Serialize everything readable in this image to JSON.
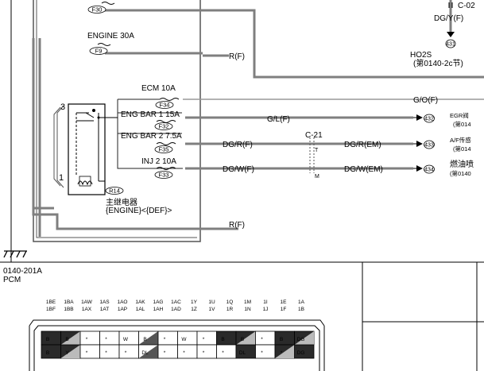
{
  "fuses": [
    {
      "name": "",
      "code": "F30"
    },
    {
      "name": "ENGINE 30A",
      "code": "F9"
    },
    {
      "name": "ECM 10A",
      "code": "F34"
    },
    {
      "name": "ENG BAR 1 15A",
      "code": "F32"
    },
    {
      "name": "ENG BAR 2 7.5A",
      "code": "F35"
    },
    {
      "name": "INJ 2 10A",
      "code": "F33"
    }
  ],
  "wires": {
    "r1": "R(F)",
    "r2": "R(F)",
    "go": "G/O(F)",
    "gl": "G/L(F)",
    "dgr": "DG/R(F)",
    "dgr_em": "DG/R(EM)",
    "dgw": "DG/W(F)",
    "dgw_em": "DG/W(EM)",
    "dgyf": "DG/Y(F)"
  },
  "connectors": {
    "c02": "C-02",
    "c21": "C-21",
    "c21_t": "T",
    "c21_m": "M"
  },
  "relay": {
    "code": "R14",
    "name": "主继电器",
    "sub": "{ENGINE}<{DEF}>",
    "pin3": "3",
    "pin1": "1"
  },
  "components": {
    "ho2s_name": "HO2S",
    "ho2s_ref": "(第0140-2c节)",
    "ho2s_num": "431",
    "egr_num": "432",
    "egr_name": "EGR阀",
    "egr_ref": "(第014",
    "af_num": "433",
    "af_name": "A/F传感",
    "af_ref": "(第014",
    "inj_num": "434",
    "inj_name": "燃油喷",
    "inj_ref": "(第0140"
  },
  "pcm": {
    "section": "0140-201A",
    "name": "PCM",
    "pins_top": [
      "1BE",
      "1BA",
      "1AW",
      "1AS",
      "1AO",
      "1AK",
      "1AG",
      "1AC",
      "1Y",
      "1U",
      "1Q",
      "1M",
      "1I",
      "1E",
      "1A"
    ],
    "pins_bot": [
      "1BF",
      "1BB",
      "1AX",
      "1AT",
      "1AP",
      "1AL",
      "1AH",
      "1AD",
      "1Z",
      "1V",
      "1R",
      "1N",
      "1J",
      "1F",
      "1B"
    ],
    "row1": [
      "B",
      "B",
      "*",
      "*",
      "W",
      "B",
      "*",
      "W",
      "*",
      "B",
      "B",
      "*",
      "B",
      "DG"
    ],
    "row2": [
      "B",
      "Y",
      "*",
      "*",
      "*",
      "DL",
      "*",
      "*",
      "*",
      "*",
      "DL",
      "*",
      "*",
      "DG"
    ]
  }
}
